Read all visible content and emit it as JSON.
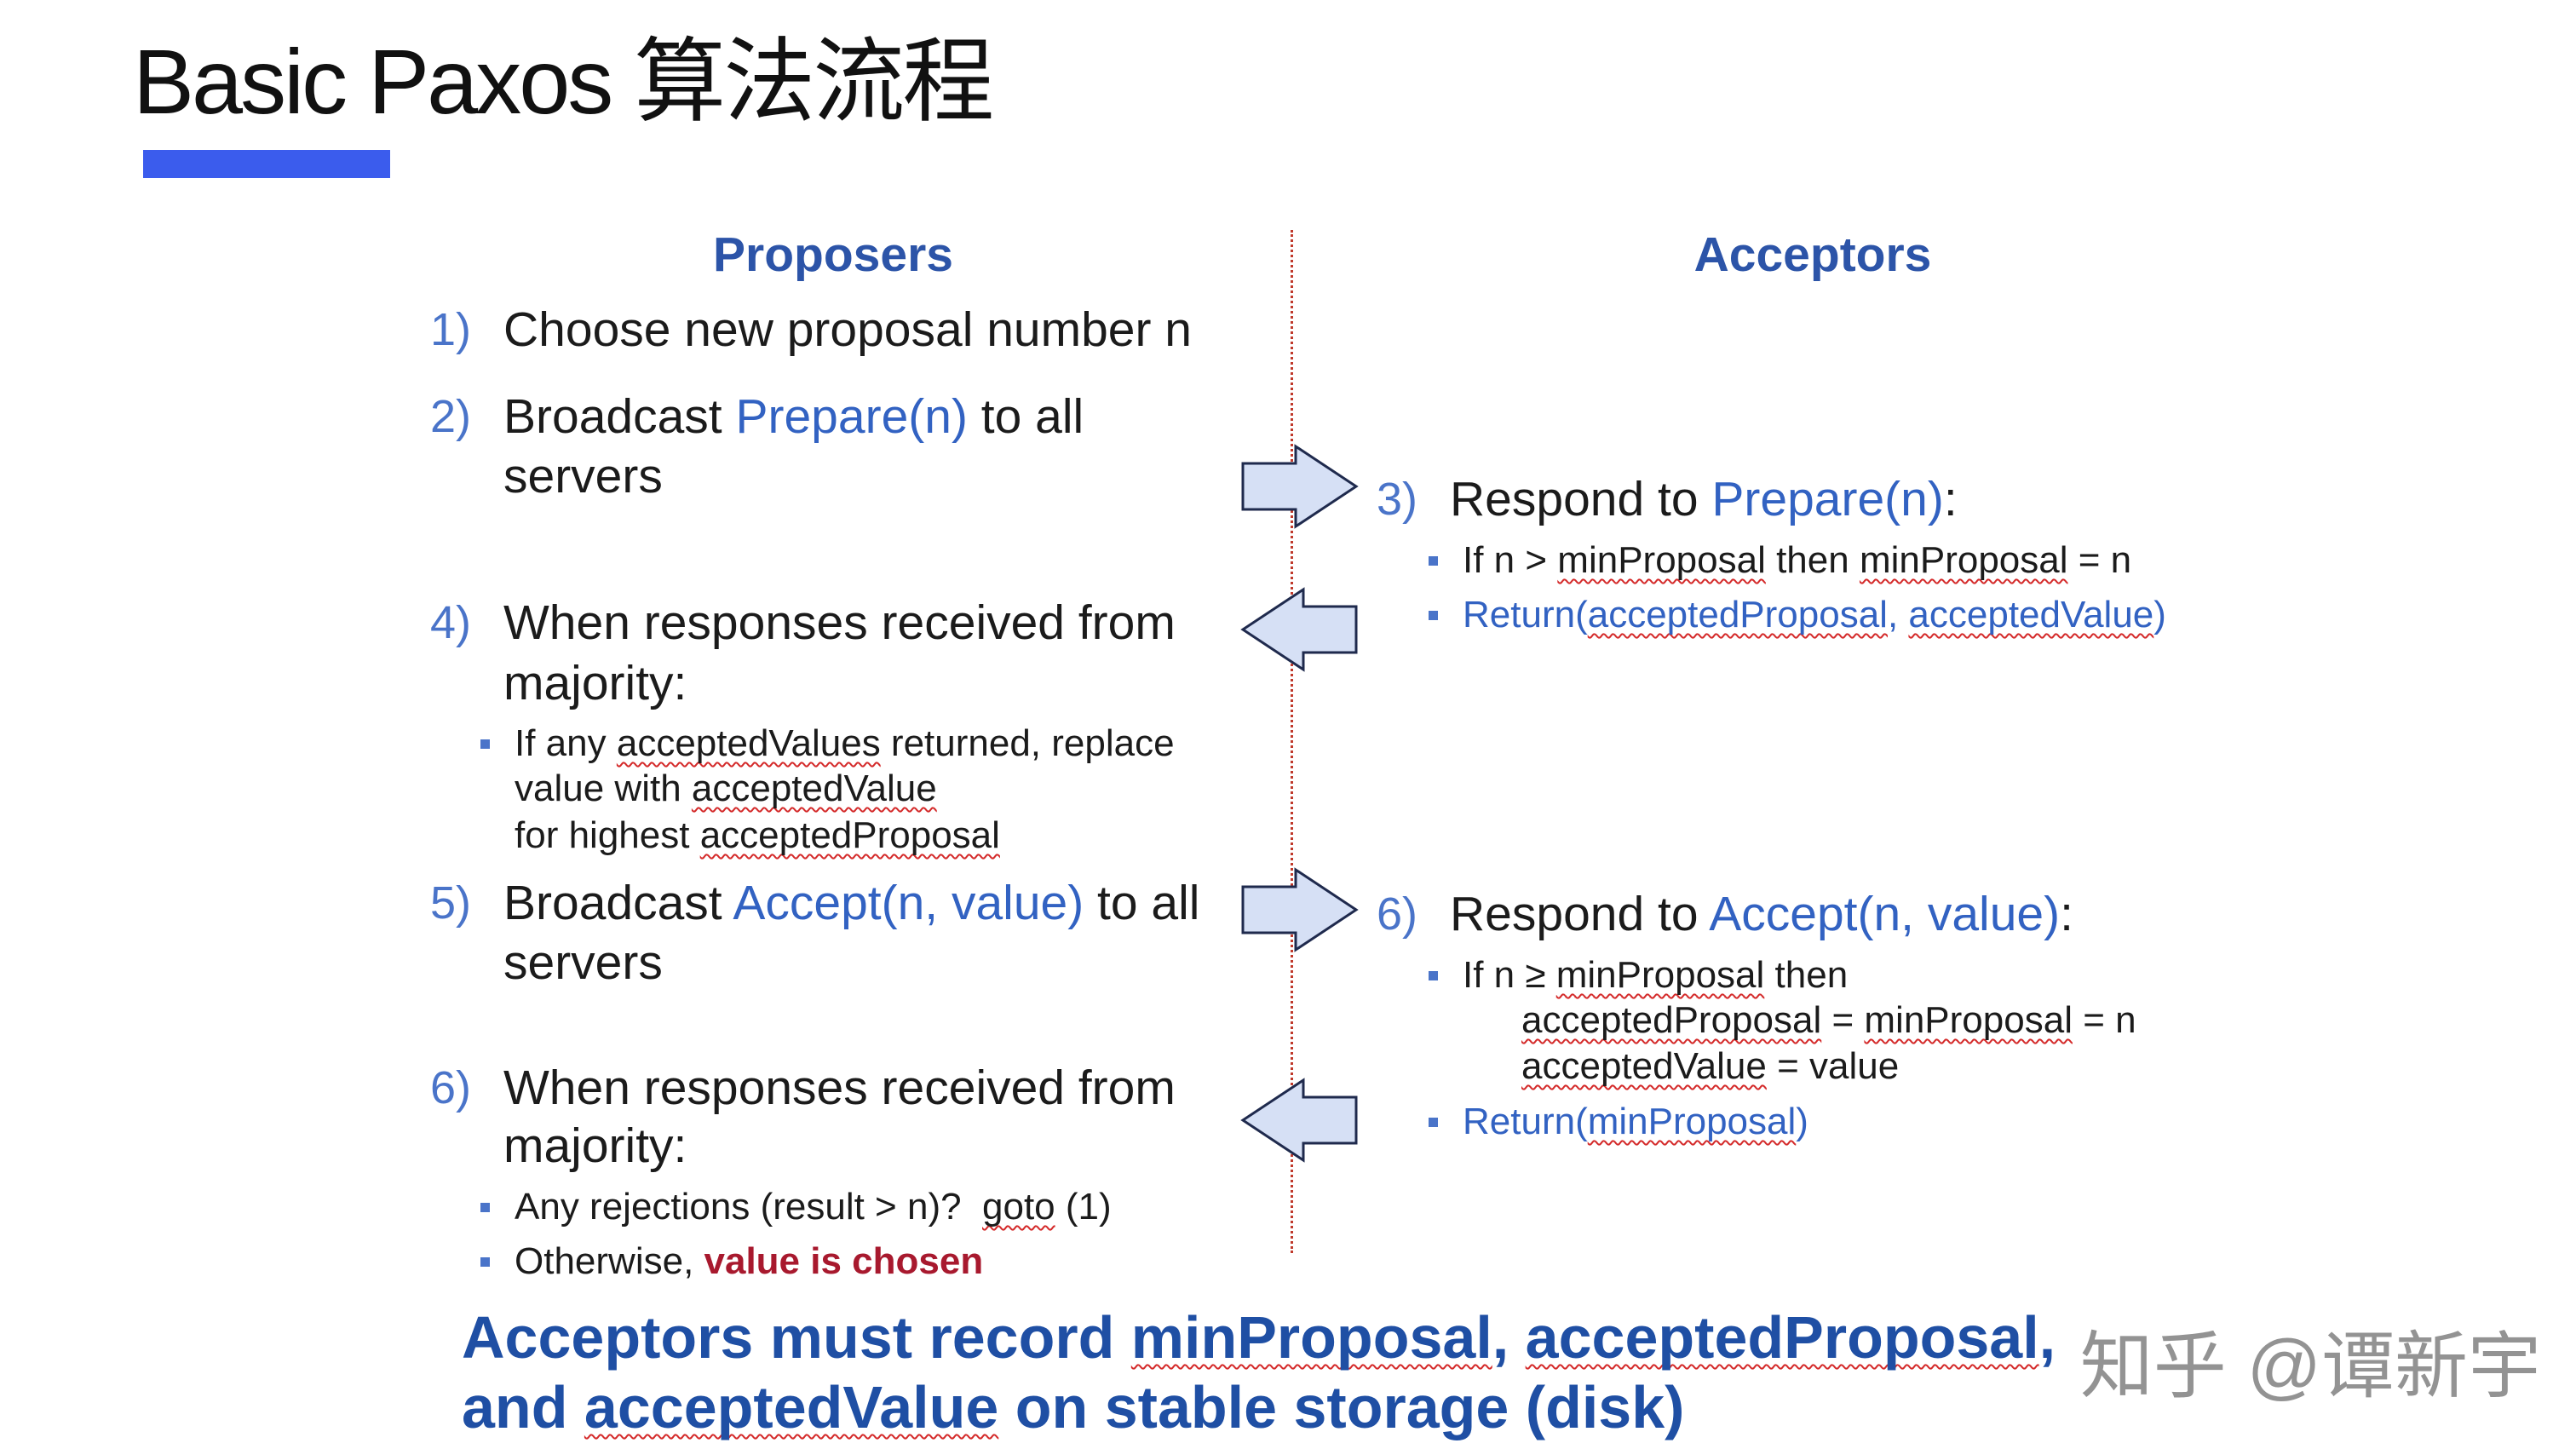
{
  "slide": {
    "title": "Basic Paxos 算法流程",
    "watermark": "知乎 @谭新宇"
  },
  "colors": {
    "accent_bar": "#3b5ced",
    "text_black": "#1b1b1b",
    "number_blue": "#4a74c9",
    "keyword_blue": "#3262c2",
    "header_blue": "#2c54a8",
    "footer_blue": "#1f4fa4",
    "emphasis_red": "#a8192e",
    "divider_red": "#c0392b",
    "squiggle_red": "#d42a2a",
    "arrow_fill": "#d6e0f5",
    "arrow_stroke": "#1f2a4d"
  },
  "proposers": {
    "header": "Proposers",
    "steps": [
      {
        "number": "1)",
        "lines": [
          [
            {
              "t": "Choose new proposal number n"
            }
          ]
        ]
      },
      {
        "number": "2)",
        "lines": [
          [
            {
              "t": "Broadcast "
            },
            {
              "kw": "Prepare(n)"
            },
            {
              "t": " to all"
            }
          ],
          [
            {
              "t": "servers"
            }
          ]
        ]
      },
      {
        "number": "4)",
        "lines": [
          [
            {
              "t": "When responses received from"
            }
          ],
          [
            {
              "t": "majority:"
            }
          ]
        ],
        "bullets": [
          [
            [
              {
                "t": "If any "
              },
              {
                "sq": "acceptedValues"
              },
              {
                "t": " returned, replace"
              }
            ],
            [
              {
                "t": "value with "
              },
              {
                "sq": "acceptedValue"
              }
            ],
            [
              {
                "t": "for highest "
              },
              {
                "sq": "acceptedProposal"
              }
            ]
          ]
        ]
      },
      {
        "number": "5)",
        "lines": [
          [
            {
              "t": "Broadcast "
            },
            {
              "kw": "Accept(n, value)"
            },
            {
              "t": " to all"
            }
          ],
          [
            {
              "t": "servers"
            }
          ]
        ]
      },
      {
        "number": "6)",
        "lines": [
          [
            {
              "t": "When responses received from"
            }
          ],
          [
            {
              "t": "majority:"
            }
          ]
        ],
        "bullets": [
          [
            [
              {
                "t": "Any rejections (result > n)?  "
              },
              {
                "sq": "goto"
              },
              {
                "t": " (1)"
              }
            ]
          ],
          [
            [
              {
                "t": "Otherwise, "
              },
              {
                "em": "value is chosen"
              }
            ]
          ]
        ]
      }
    ]
  },
  "acceptors": {
    "header": "Acceptors",
    "steps": [
      {
        "number": "3)",
        "lines": [
          [
            {
              "t": "Respond to "
            },
            {
              "kw": "Prepare(n)"
            },
            {
              "t": ":"
            }
          ]
        ],
        "bullets": [
          [
            [
              {
                "t": "If n > "
              },
              {
                "sq": "minProposal"
              },
              {
                "t": " then "
              },
              {
                "sq": "minProposal"
              },
              {
                "t": " = n"
              }
            ]
          ],
          [
            [
              {
                "kw": "Return("
              },
              {
                "kwsq": "acceptedProposal"
              },
              {
                "kw": ", "
              },
              {
                "kwsq": "acceptedValue"
              },
              {
                "kw": ")"
              }
            ]
          ]
        ]
      },
      {
        "number": "6)",
        "lines": [
          [
            {
              "t": "Respond to "
            },
            {
              "kw": "Accept(n, value)"
            },
            {
              "t": ":"
            }
          ]
        ],
        "bullets": [
          [
            [
              {
                "t": "If n ≥ "
              },
              {
                "sq": "minProposal"
              },
              {
                "t": " then"
              }
            ],
            [
              {
                "sq": "acceptedProposal"
              },
              {
                "t": " = "
              },
              {
                "sq": "minProposal"
              },
              {
                "t": " = n"
              }
            ],
            [
              {
                "sq": "acceptedValue"
              },
              {
                "t": " = value"
              }
            ]
          ],
          [
            [
              {
                "kw": "Return("
              },
              {
                "kwsq": "minProposal"
              },
              {
                "kw": ")"
              }
            ]
          ]
        ]
      }
    ]
  },
  "footer": {
    "lines": [
      [
        {
          "t": "Acceptors must record "
        },
        {
          "sq": "minProposal"
        },
        {
          "t": ", "
        },
        {
          "sq": "acceptedProposal"
        },
        {
          "t": ","
        }
      ],
      [
        {
          "t": "and "
        },
        {
          "sq": "acceptedValue"
        },
        {
          "t": " on stable storage (disk)"
        }
      ]
    ]
  }
}
